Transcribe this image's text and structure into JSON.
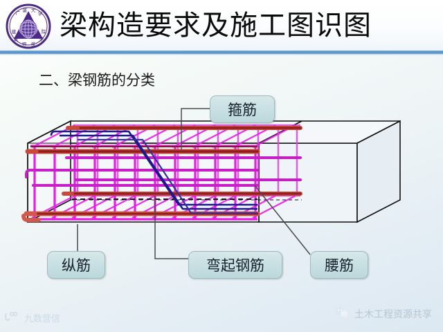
{
  "header": {
    "title": "梁构造要求及施工图识图",
    "logo_icon": "university-crest-icon",
    "rule_color": "#4f8fcc"
  },
  "subtitle": "二、梁钢筋的分类",
  "callouts": [
    {
      "id": "stirrup",
      "label": "箍筋",
      "name": "callout-stirrup"
    },
    {
      "id": "longitudinal",
      "label": "纵筋",
      "name": "callout-longitudinal"
    },
    {
      "id": "bentup",
      "label": "弯起钢筋",
      "name": "callout-bent-up-bar"
    },
    {
      "id": "waist",
      "label": "腰筋",
      "name": "callout-waist-bar"
    }
  ],
  "diagram": {
    "title": "reinforced-concrete-beam-rebar-cage",
    "colors": {
      "stirrup": "#e81ce8",
      "stirrup_light": "#f08df0",
      "longitudinal": "#a01f1f",
      "longitudinal_light": "#e06a5a",
      "bent_up": "#1a1a8c",
      "concrete_outline": "#111111",
      "concrete_fill": "#eef4f7",
      "leader_line": "#4a4a4a"
    },
    "parts": [
      "concrete-beam-block",
      "stirrup-cage",
      "longitudinal-top-bars",
      "longitudinal-bottom-bars",
      "waist-bars",
      "bent-up-bar"
    ]
  },
  "footer": {
    "watermark": "九数营信",
    "wechat_icon": "wechat-icon",
    "wechat_text": "土木工程资源共享"
  }
}
